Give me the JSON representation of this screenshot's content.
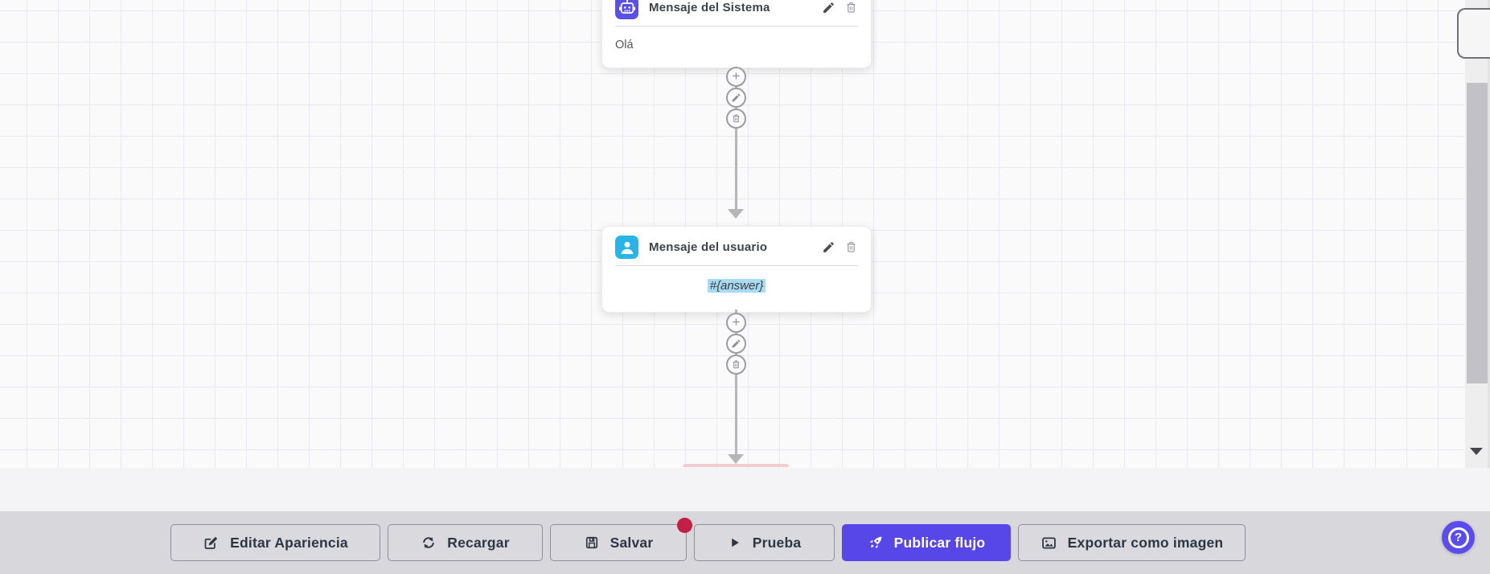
{
  "nodes": {
    "system": {
      "title": "Mensaje del Sistema",
      "content": "Olá",
      "icon": "robot-icon",
      "icon_color": "#5b50e6"
    },
    "user": {
      "title": "Mensaje del usuario",
      "content": "#{answer}",
      "icon": "user-icon",
      "icon_color": "#29b4e8",
      "content_highlighted": true
    }
  },
  "node_actions": [
    "edit-icon",
    "trash-icon"
  ],
  "connector": {
    "plus_label": "+",
    "buttons": [
      "plus-icon",
      "edit-icon",
      "trash-icon"
    ]
  },
  "toolbar": {
    "edit_appearance": "Editar Apariencia",
    "reload": "Recargar",
    "save": "Salvar",
    "save_has_badge": true,
    "test": "Prueba",
    "publish": "Publicar flujo",
    "export": "Exportar como imagen",
    "icons": [
      "edit-square-icon",
      "refresh-icon",
      "save-icon",
      "play-icon",
      "rocket-icon",
      "image-icon"
    ]
  },
  "help": {
    "label": "?"
  },
  "colors": {
    "primary": "#5747e8",
    "system_icon_bg": "#5b50e6",
    "user_icon_bg": "#29b4e8",
    "badge": "#c22045",
    "answer_highlight": "#a8dbf2",
    "toolbar_bg": "#d7d7dc",
    "canvas_bg": "#fafafa",
    "connector_gray": "#b6b6b8"
  }
}
